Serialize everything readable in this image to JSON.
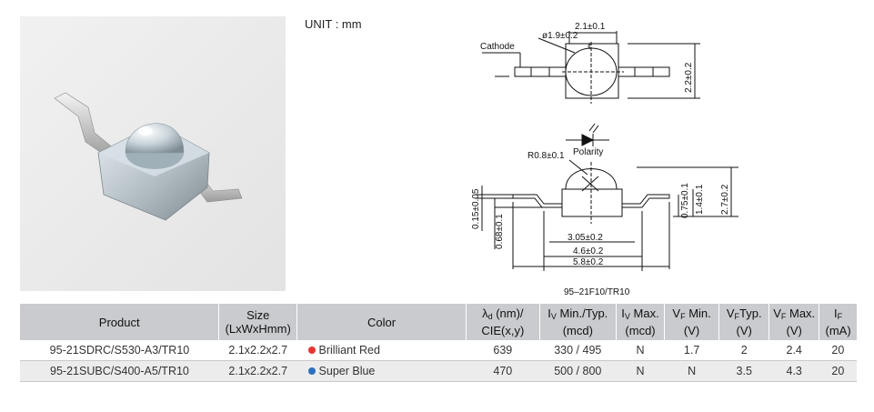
{
  "unit_label": "UNIT : mm",
  "drawing": {
    "dim_diameter": "ø1.9±0.2",
    "dim_width": "2.1±0.1",
    "cathode_label": "Cathode",
    "center_mark": "¢",
    "dim_height_top": "2.2±0.2",
    "polarity_label": "Polarity",
    "dim_radius": "R0.8±0.1",
    "dim_total_height": "2.7±0.2",
    "dim_body_height": "1.4±0.1",
    "dim_lead_height": "0.75±0.1",
    "dim_lead_thickness": "0.15±0.05",
    "dim_lead_offset": "0.68±0.1",
    "dim_3": "3.05±0.2",
    "dim_4": "4.6±0.2",
    "dim_5": "5.8±0.2",
    "drawing_code": "95–21F10/TR10"
  },
  "table": {
    "headers": {
      "product": "Product",
      "size_1": "Size",
      "size_2": "(LxWxHmm)",
      "color": "Color",
      "lambda_sym": "λ",
      "lambda_sub": "d",
      "lambda_1": " (nm)/",
      "lambda_2": "CIE(x,y)",
      "iv_min_sym": "I",
      "iv_min_sub": "V",
      "iv_min_1": " Min./Typ.",
      "iv_min_2": "(mcd)",
      "iv_max_sym": "I",
      "iv_max_sub": "V",
      "iv_max_1": " Max.",
      "iv_max_2": "(mcd)",
      "vf_min_sym": "V",
      "vf_min_sub": "F",
      "vf_min_1": " Min.",
      "vf_min_2": "(V)",
      "vf_typ_sym": "V",
      "vf_typ_sub": "F",
      "vf_typ_1": "Typ.",
      "vf_typ_2": "(V)",
      "vf_max_sym": "V",
      "vf_max_sub": "F",
      "vf_max_1": " Max.",
      "vf_max_2": "(V)",
      "if_sym": "I",
      "if_sub": "F",
      "if_1": " (mA)"
    },
    "rows": [
      {
        "product": "95-21SDRC/S530-A3/TR10",
        "size": "2.1x2.2x2.7",
        "color": "Brilliant Red",
        "dot_color": "#e8332f",
        "lambda": "639",
        "iv": "330 / 495",
        "iv_max": "N",
        "vf_min": "1.7",
        "vf_typ": "2",
        "vf_max": "2.4",
        "if": "20"
      },
      {
        "product": "95-21SUBC/S400-A5/TR10",
        "size": "2.1x2.2x2.7",
        "color": "Super Blue",
        "dot_color": "#2f6fc0",
        "lambda": "470",
        "iv": "500 / 800",
        "iv_max": "N",
        "vf_min": "N",
        "vf_typ": "3.5",
        "vf_max": "4.3",
        "if": "20"
      }
    ]
  }
}
